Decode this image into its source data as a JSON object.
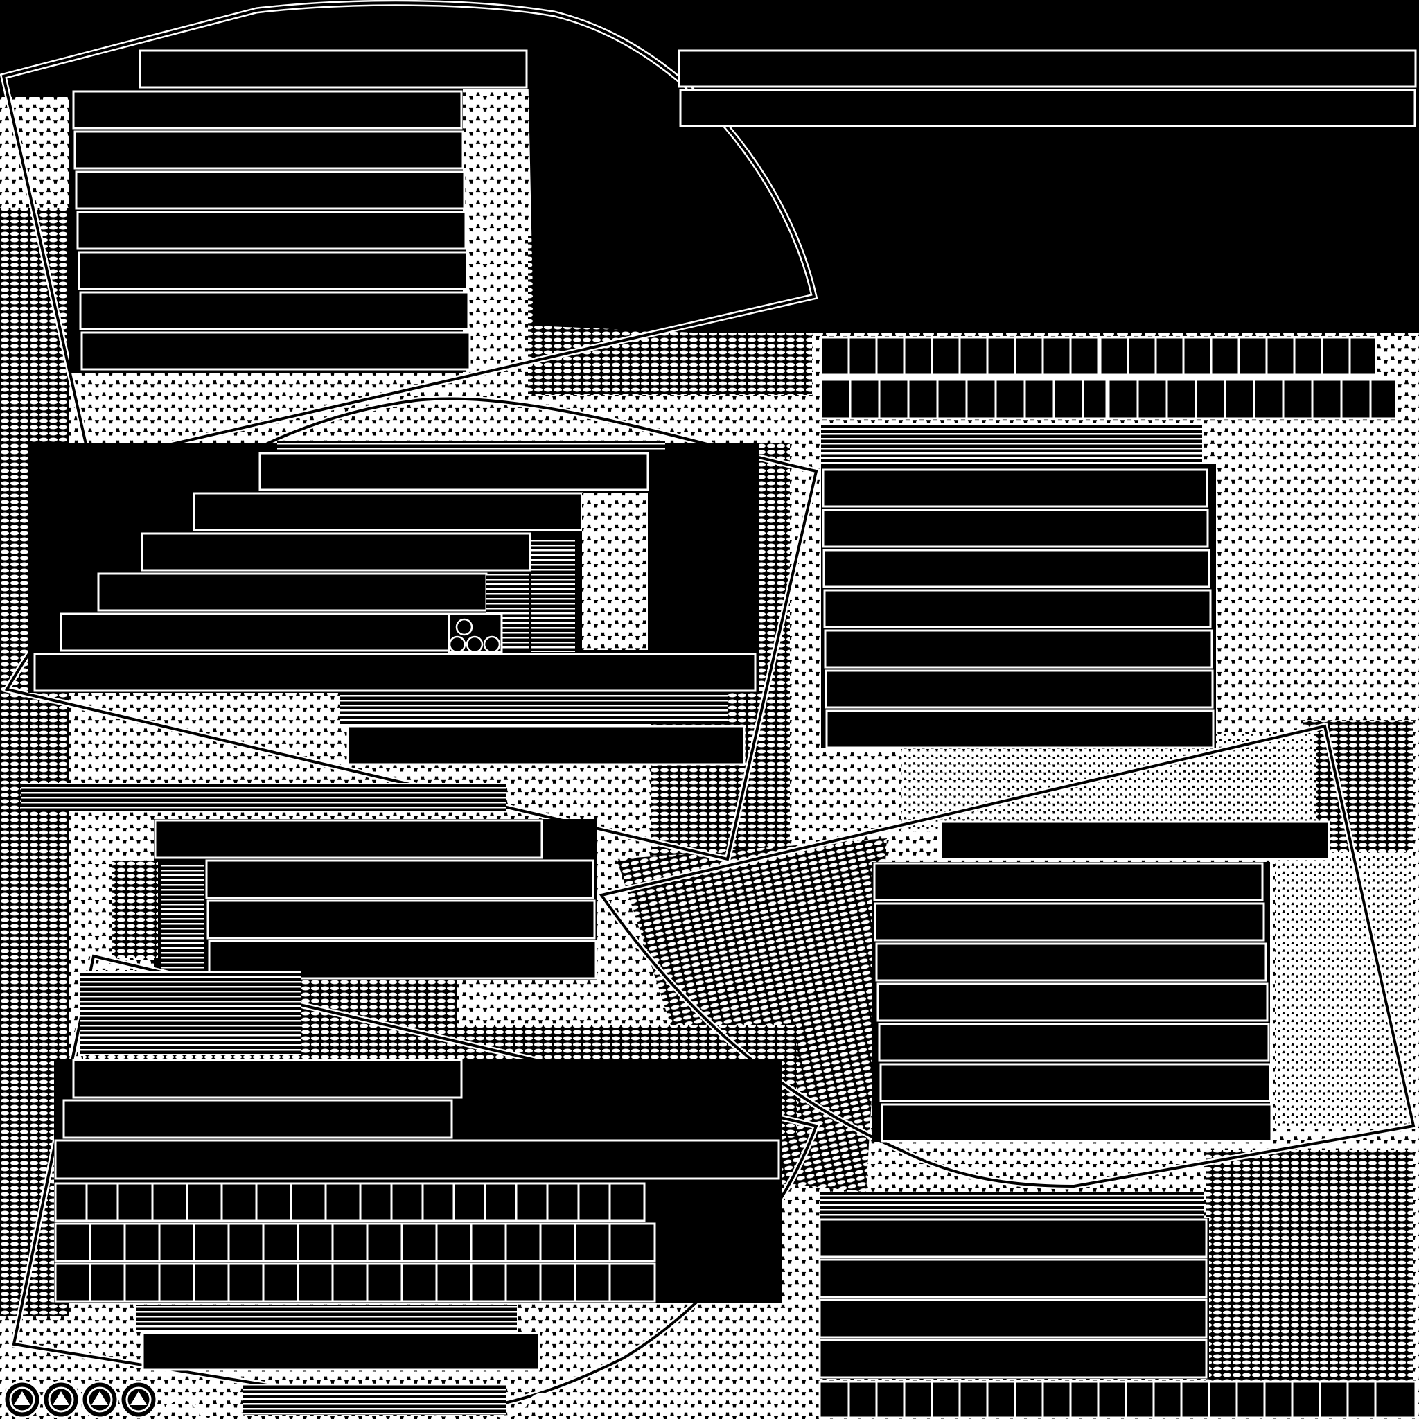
{
  "canvas": {
    "background": "#000000",
    "foreground": "#ffffff"
  },
  "icons": {
    "packed_circles": "packed-circles-texture",
    "horizontal_lines": "horizontal-lines-texture",
    "seal": "circular-seal-icon",
    "wave": "wave-icon"
  },
  "seal_count": 4
}
